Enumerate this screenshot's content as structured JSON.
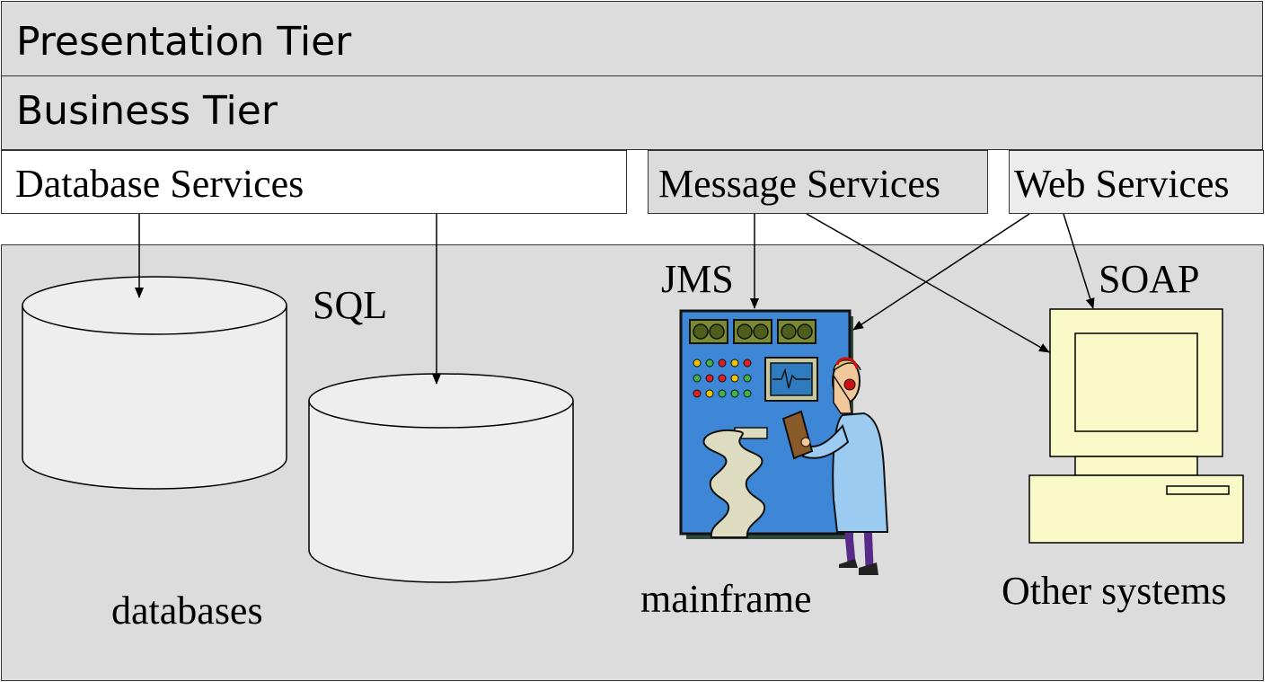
{
  "tiers": {
    "presentation": "Presentation Tier",
    "business": "Business Tier"
  },
  "services": {
    "database": "Database Services",
    "message": "Message Services",
    "web": "Web Services"
  },
  "labels": {
    "sql": "SQL",
    "jms": "JMS",
    "soap": "SOAP",
    "databases": "databases",
    "mainframe": "mainframe",
    "other_systems": "Other systems"
  },
  "colors": {
    "tier_bg": "#dcdcdc",
    "cylinder_fill": "#eeeeee",
    "mainframe_panel": "#3e86d6",
    "computer_fill": "#fafac8"
  },
  "icons": [
    "database-cylinder-icon",
    "mainframe-operator-icon",
    "computer-icon"
  ]
}
